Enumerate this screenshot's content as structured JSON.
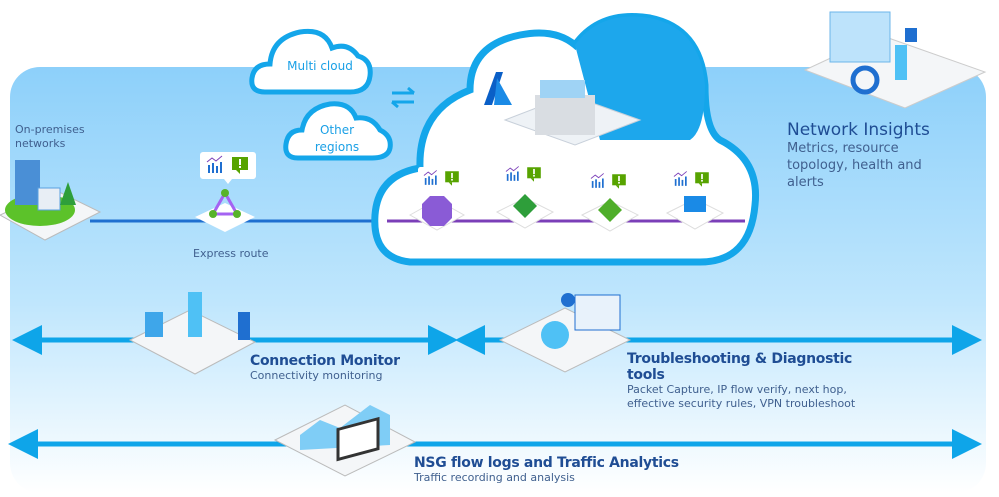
{
  "clouds": {
    "multi": "Multi cloud",
    "other": "Other regions"
  },
  "on_prem": {
    "label": "On-premises networks"
  },
  "express_route": {
    "label": "Express route"
  },
  "network_insights": {
    "title": "Network Insights",
    "description": "Metrics, resource topology, health and alerts"
  },
  "connection_monitor": {
    "title": "Connection Monitor",
    "description": "Connectivity monitoring"
  },
  "troubleshooting": {
    "title": "Troubleshooting & Diagnostic tools",
    "description": "Packet Capture, IP flow verify, next hop, effective security rules, VPN troubleshoot"
  },
  "nsg": {
    "title": "NSG flow logs and Traffic Analytics",
    "description": "Traffic recording and analysis"
  },
  "colors": {
    "arrow": "#0ea5e9",
    "purple": "#7b3fb8",
    "alert_green": "#57a300",
    "title_blue": "#1f4d94"
  }
}
